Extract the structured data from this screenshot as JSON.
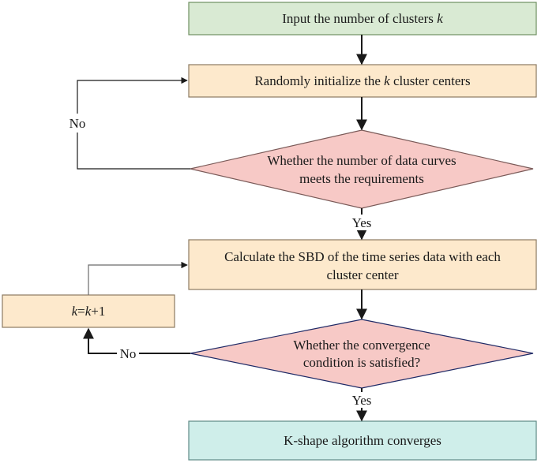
{
  "nodes": {
    "input": {
      "type": "process",
      "text_prefix": "Input the number of clusters ",
      "text_var": "k",
      "fill": "#d9ead3",
      "stroke": "#6f8f62"
    },
    "init": {
      "type": "process",
      "text_prefix": "Randomly initialize the ",
      "text_var": "k",
      "text_suffix": " cluster centers",
      "fill": "#fde9cc",
      "stroke": "#8c7a62"
    },
    "decision_curves": {
      "type": "decision",
      "line1": "Whether the number of data curves",
      "line2": "meets the requirements",
      "fill": "#f7c9c6",
      "stroke": "#7a5a58"
    },
    "sbd": {
      "type": "process",
      "line1": "Calculate the SBD of the time series data with each",
      "line2": "cluster center",
      "fill": "#fde9cc",
      "stroke": "#8c7a62"
    },
    "increment": {
      "type": "process",
      "var_left": "k",
      "eq": "=",
      "var_right": "k",
      "suffix": "+1",
      "fill": "#fde9cc",
      "stroke": "#8c7a62"
    },
    "decision_converge": {
      "type": "decision",
      "line1": "Whether the convergence",
      "line2": "condition is satisfied?",
      "fill": "#f7c9c6",
      "stroke": "#1f2a66"
    },
    "converges": {
      "type": "process",
      "text": "K-shape algorithm converges",
      "fill": "#cfeeea",
      "stroke": "#5e8a86"
    }
  },
  "edges": {
    "no_curves": "No",
    "yes_curves": "Yes",
    "no_converge": "No",
    "yes_converge": "Yes"
  },
  "colors": {
    "line": "#1a1a1a",
    "line_muted": "#6b6b6b"
  }
}
